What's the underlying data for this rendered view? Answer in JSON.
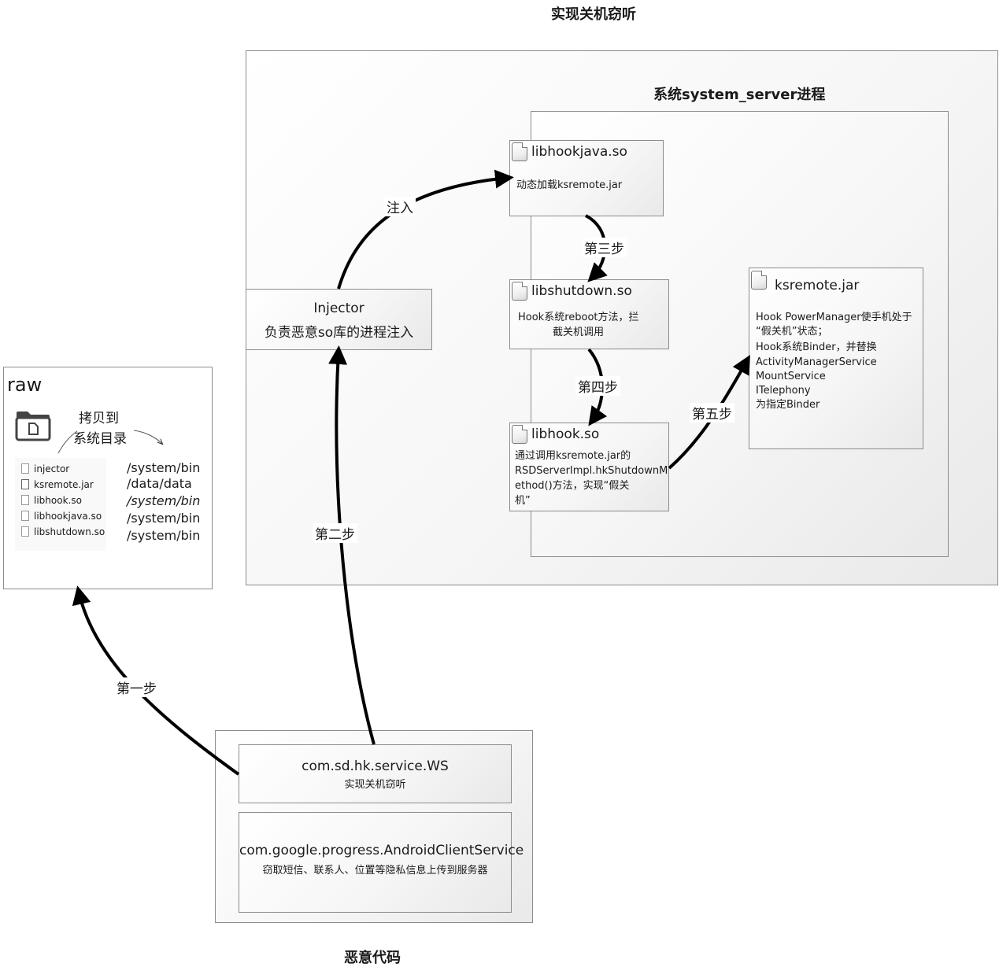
{
  "top_title": "实现关机窃听",
  "bottom_title": "恶意代码",
  "system_process": {
    "title": "系统system_server进程"
  },
  "injector": {
    "line1": "Injector",
    "line2": "负责恶意so库的进程注入"
  },
  "libhookjava": {
    "title": "libhookjava.so",
    "desc": "动态加载ksremote.jar"
  },
  "libshutdown": {
    "title": "libshutdown.so",
    "desc_line1": "Hook系统reboot方法，拦",
    "desc_line2": "截关机调用"
  },
  "libhook": {
    "title": "libhook.so",
    "desc": [
      "通过调用ksremote.jar的",
      "RSDServerImpl.hkShutdownM",
      "ethod()方法，实现“假关",
      "机”"
    ]
  },
  "ksremote": {
    "title": "ksremote.jar",
    "desc": [
      "Hook PowerManager使手机处于",
      "“假关机”状态；",
      "Hook系统Binder，并替换",
      "ActivityManagerService",
      "MountService",
      "ITelephony",
      "为指定Binder"
    ]
  },
  "raw": {
    "title": "raw",
    "copy_label_line1": "拷贝到",
    "copy_label_line2": "系统目录",
    "files": [
      {
        "name": "injector",
        "icon": "file-icon",
        "path": "/system/bin",
        "italic": false
      },
      {
        "name": "ksremote.jar",
        "icon": "jar-file-icon",
        "path": "/data/data",
        "italic": false
      },
      {
        "name": "libhook.so",
        "icon": "file-icon",
        "path": "/system/bin",
        "italic": true
      },
      {
        "name": "libhookjava.so",
        "icon": "file-icon",
        "path": "/system/bin",
        "italic": false
      },
      {
        "name": "libshutdown.so",
        "icon": "file-icon",
        "path": "/system/bin",
        "italic": false
      }
    ]
  },
  "ws_service": {
    "title": "com.sd.hk.service.WS",
    "desc": "实现关机窃听"
  },
  "acs_service": {
    "title": "com.google.progress.AndroidClientService",
    "desc": "窃取短信、联系人、位置等隐私信息上传到服务器"
  },
  "steps": {
    "step1": "第一步",
    "step2": "第二步",
    "step3": "第三步",
    "step4": "第四步",
    "step5": "第五步",
    "inject": "注入"
  }
}
